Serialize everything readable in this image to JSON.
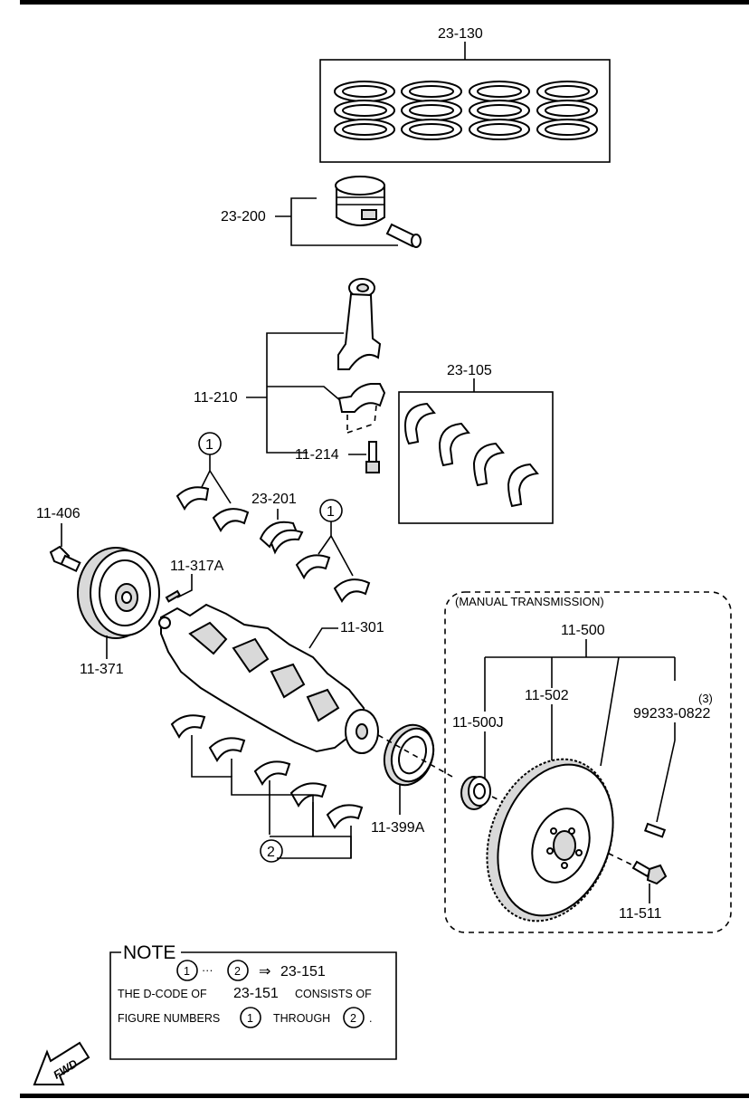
{
  "labels": {
    "piston_rings": "23-130",
    "piston": "23-200",
    "conn_rod": "11-210",
    "conn_bolt": "11-214",
    "rod_bearings": "23-105",
    "thrust_washer": "23-201",
    "pulley_bolt": "11-406",
    "key": "11-317A",
    "crankshaft": "11-301",
    "pulley": "11-371",
    "rear_seal": "11-399A",
    "flywheel_assy": "11-500",
    "flywheel": "11-502",
    "pilot_bearing": "11-500J",
    "dowel_qty": "(3)",
    "dowel": "99233-0822",
    "flywheel_bolt": "11-511",
    "callout_1": "1",
    "callout_2": "2"
  },
  "manual_transmission": "(MANUAL TRANSMISSION)",
  "note": {
    "title": "NOTE",
    "ref_1": "1",
    "ellipsis": "···",
    "ref_2": "2",
    "arrow": "⇒",
    "dcode": "23-151",
    "line2_a": "THE D-CODE OF",
    "line2_code": "23-151",
    "line2_b": "CONSISTS OF",
    "line3_a": "FIGURE NUMBERS",
    "line3_n1": "1",
    "line3_b": "THROUGH",
    "line3_n2": "2",
    "line3_end": "."
  },
  "fwd": "FWD"
}
